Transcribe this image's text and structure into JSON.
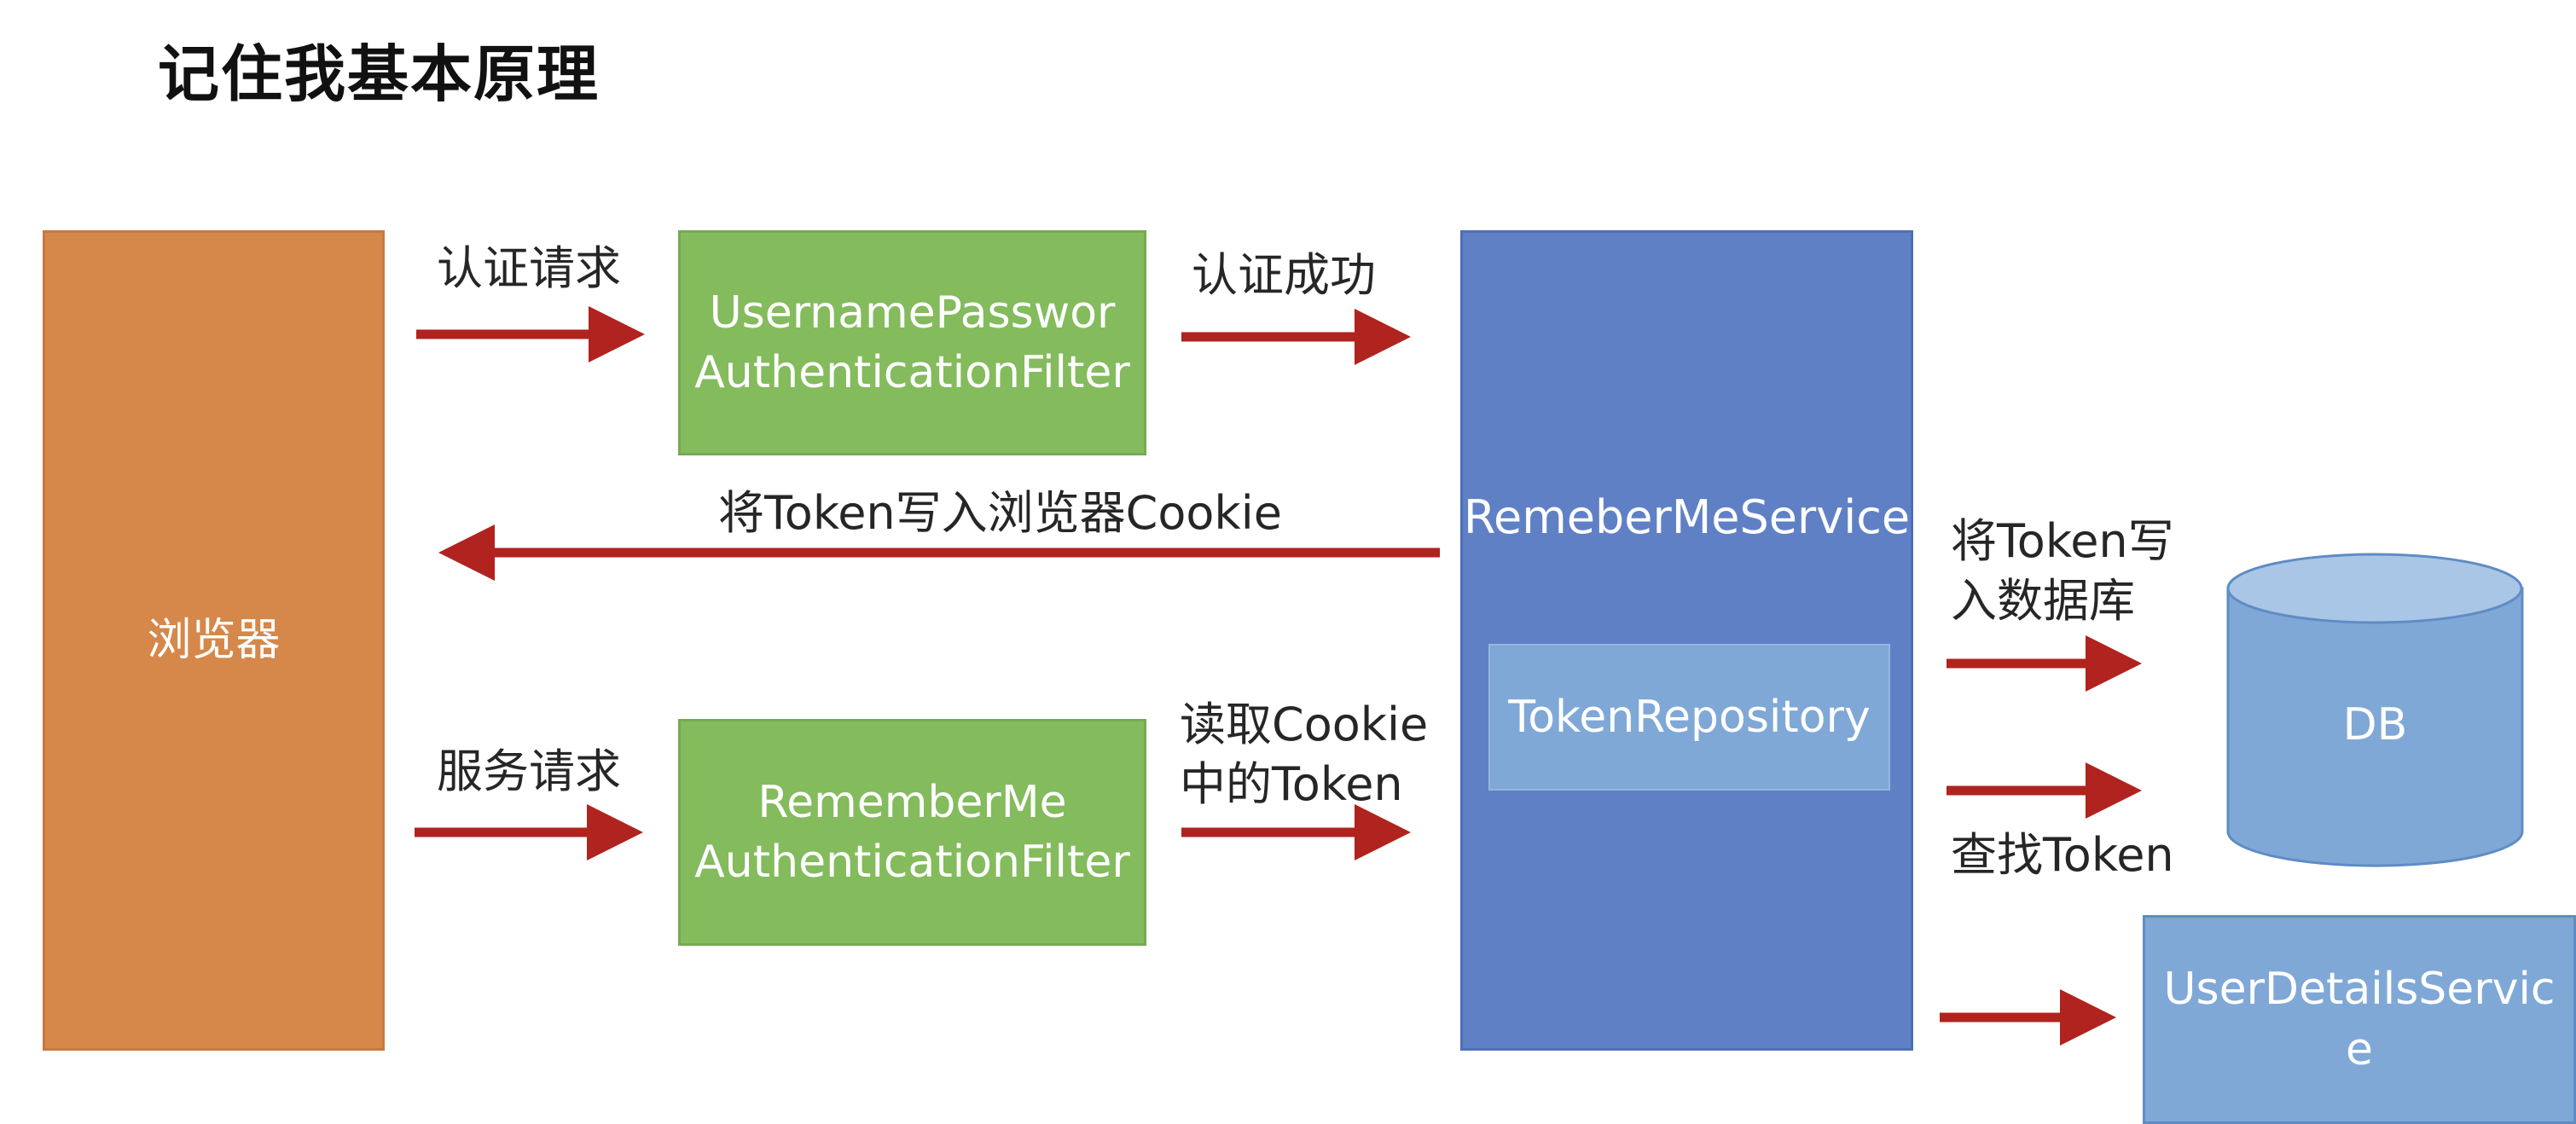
{
  "title": "记住我基本原理",
  "boxes": {
    "browser": "浏览器",
    "username_filter": [
      "UsernamePasswor",
      "AuthenticationFilter"
    ],
    "rememberme_filter": [
      "RememberMe",
      "AuthenticationFilter"
    ],
    "rememberme_service": "RemeberMeService",
    "token_repository": "TokenRepository",
    "db": "DB",
    "user_details_service": [
      "UserDetailsServic",
      "e"
    ]
  },
  "labels": {
    "auth_request": "认证请求",
    "auth_success": "认证成功",
    "write_cookie": "将Token写入浏览器Cookie",
    "service_request": "服务请求",
    "read_cookie": [
      "读取Cookie",
      "中的Token"
    ],
    "write_db": [
      "将Token写",
      "入数据库"
    ],
    "find_token": "查找Token"
  },
  "colors": {
    "browser": "#d6874a",
    "filter": "#84bb5d",
    "service": "#6080c6",
    "repository": "#7fa8d7",
    "arrow": "#b0231e"
  }
}
